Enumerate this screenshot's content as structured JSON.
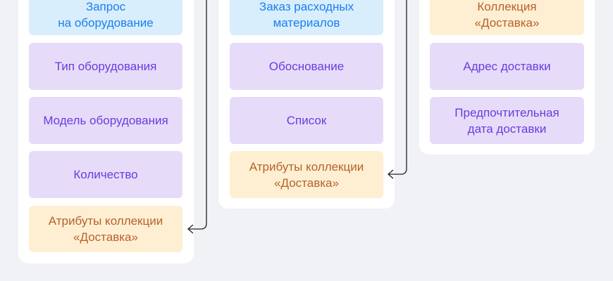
{
  "columns": [
    {
      "items": [
        {
          "label": "Запрос\nна оборудование",
          "kind": "header"
        },
        {
          "label": "Тип оборудования",
          "kind": "field"
        },
        {
          "label": "Модель оборудования",
          "kind": "field"
        },
        {
          "label": "Количество",
          "kind": "field"
        },
        {
          "label": "Атрибуты коллекции\n«Доставка»",
          "kind": "collection"
        }
      ]
    },
    {
      "items": [
        {
          "label": "Заказ расходных\nматериалов",
          "kind": "header"
        },
        {
          "label": "Обоснование",
          "kind": "field"
        },
        {
          "label": "Список",
          "kind": "field"
        },
        {
          "label": "Атрибуты коллекции\n«Доставка»",
          "kind": "collection"
        }
      ]
    },
    {
      "items": [
        {
          "label": "Коллекция\n«Доставка»",
          "kind": "collection"
        },
        {
          "label": "Адрес доставки",
          "kind": "field"
        },
        {
          "label": "Предпочтительная\nдата доставки",
          "kind": "field"
        }
      ]
    }
  ],
  "colors": {
    "header_bg": "#d8eefc",
    "header_text": "#1c7ef0",
    "field_bg": "#e6dcf9",
    "field_text": "#6a3ce0",
    "collection_bg": "#feefd3",
    "collection_text": "#b8622a"
  }
}
